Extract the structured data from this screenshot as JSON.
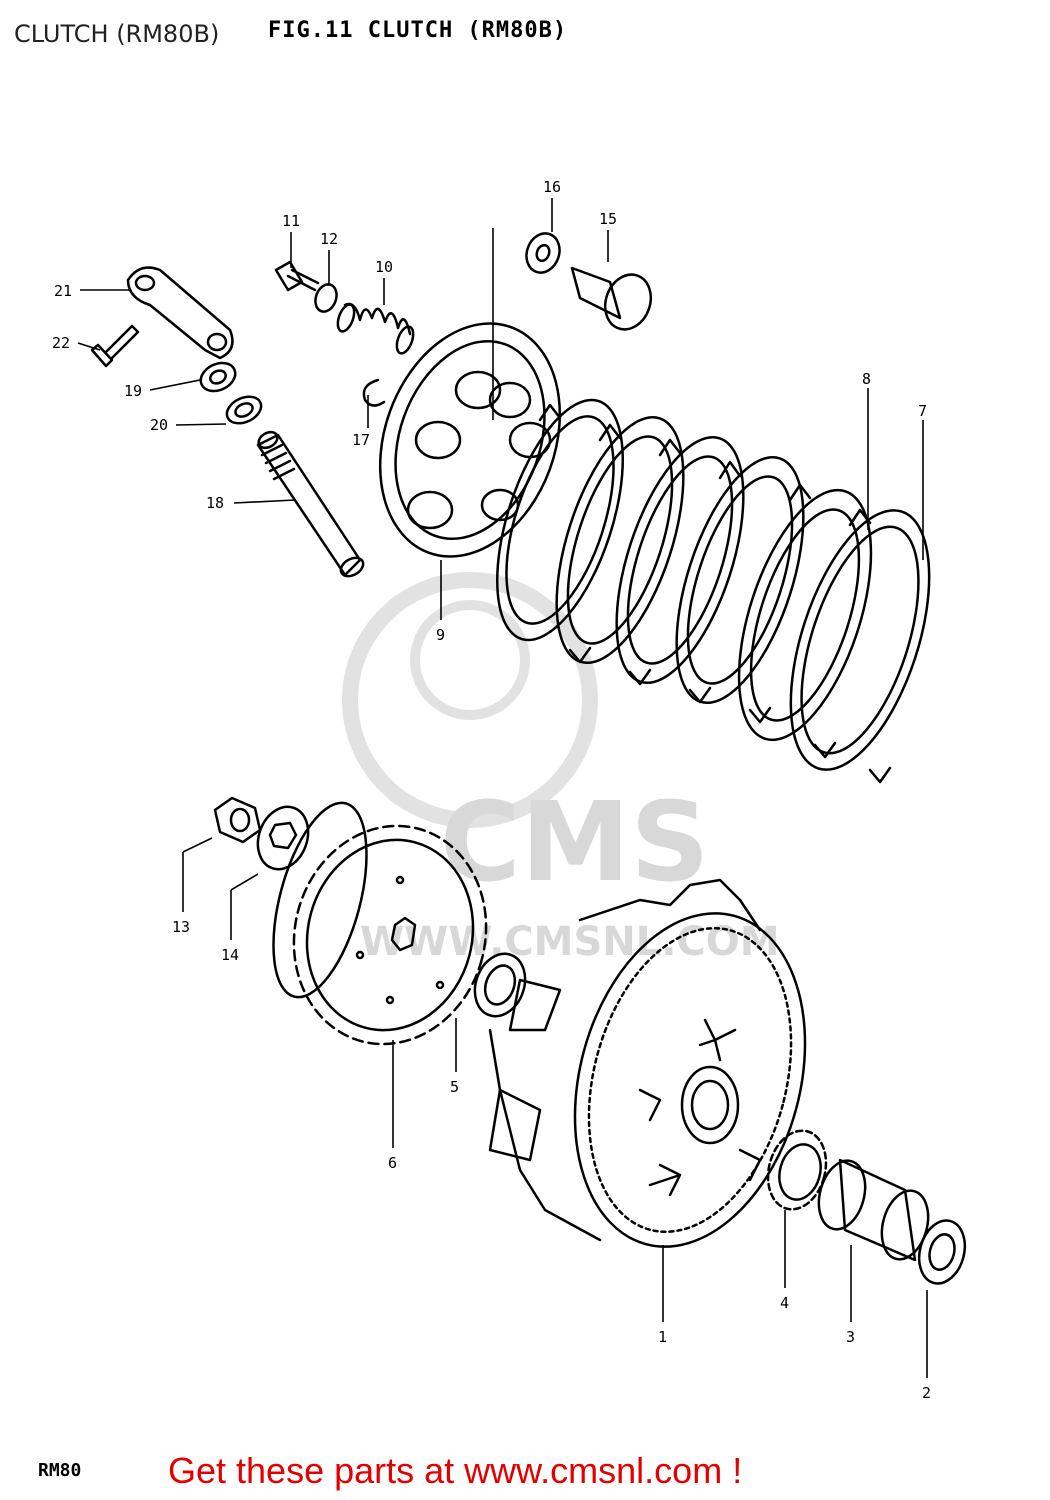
{
  "header": {
    "page_title": "CLUTCH (RM80B)",
    "figure_title": "FIG.11  CLUTCH (RM80B)"
  },
  "watermark": {
    "brand": "CMS",
    "url": "WWW.CMSNL.COM"
  },
  "callouts": [
    "21",
    "22",
    "19",
    "20",
    "18",
    "11",
    "12",
    "10",
    "17",
    "16",
    "15",
    "9",
    "8",
    "7",
    "13",
    "14",
    "6",
    "5",
    "1",
    "4",
    "3",
    "2"
  ],
  "footer": {
    "model_code": "RM80",
    "promo_text": "Get these parts at www.cmsnl.com !"
  },
  "colors": {
    "line_art": "#000000",
    "promo": "#e40000",
    "watermark": "#d8d8d8"
  }
}
